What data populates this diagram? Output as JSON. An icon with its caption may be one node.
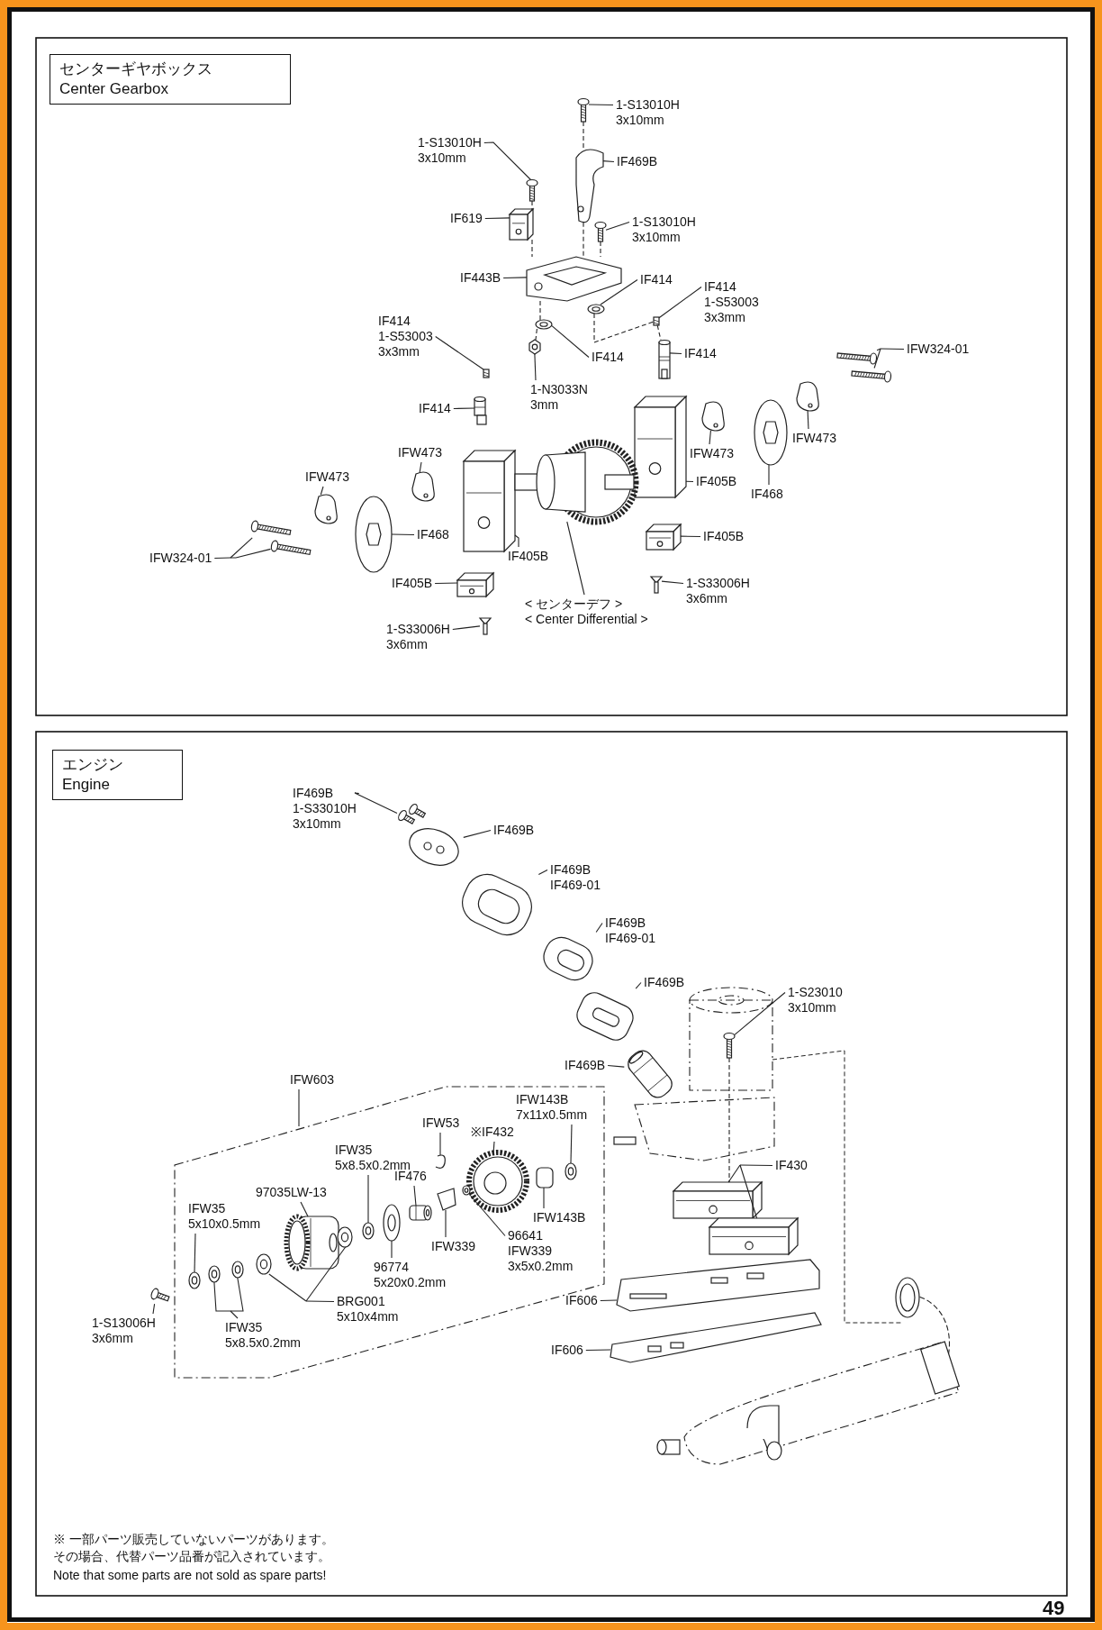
{
  "diagram": {
    "nodes": [
      {
        "text": [
          "センターギヤボックス",
          "Center Gearbox"
        ]
      },
      {
        "text": [
          "1-S13010H 3x10mm"
        ]
      },
      {
        "text": [
          "1-S13010H 3x10mm"
        ]
      },
      {
        "text": [
          "IF469B"
        ]
      },
      {
        "text": [
          "1-S13010H 3x10mm"
        ]
      },
      {
        "text": [
          "IF619"
        ]
      },
      {
        "text": [
          "IF443B"
        ]
      },
      {
        "text": [
          "IF414"
        ]
      },
      {
        "text": [
          "IF414 1-S53003 3x3mm"
        ]
      },
      {
        "text": [
          "IF414 1-S53003 3x3mm"
        ]
      },
      {
        "text": [
          "IF414"
        ]
      },
      {
        "text": [
          "1-N3033N 3mm"
        ]
      },
      {
        "text": [
          "IF414"
        ]
      },
      {
        "text": [
          "IFW324-01"
        ]
      },
      {
        "text": [
          "IF414"
        ]
      },
      {
        "text": [
          "IFW473"
        ]
      },
      {
        "text": [
          "IFW473"
        ]
      },
      {
        "text": [
          "IFW473"
        ]
      },
      {
        "text": [
          "IFW473"
        ]
      },
      {
        "text": [
          "IF468"
        ]
      },
      {
        "text": [
          "IF405B"
        ]
      },
      {
        "text": [
          "IFW324-01"
        ]
      },
      {
        "text": [
          "IF468"
        ]
      },
      {
        "text": [
          "IF405B"
        ]
      },
      {
        "text": [
          "IF405B"
        ]
      },
      {
        "text": [
          "IF405B"
        ]
      },
      {
        "text": [
          "1-S33006H 3x6mm"
        ]
      },
      {
        "text": [
          "< センターデフ >",
          "< Center Differential >"
        ]
      },
      {
        "text": [
          "1-S33006H 3x6mm"
        ]
      },
      {
        "text": [
          "エンジン",
          "Engine"
        ]
      },
      {
        "text": [
          "IF469B 1-S33010H 3x10mm"
        ]
      },
      {
        "text": [
          "IF469B"
        ]
      },
      {
        "text": [
          "IF469B IF469-01"
        ]
      },
      {
        "text": [
          "IF469B IF469-01"
        ]
      },
      {
        "text": [
          "IF469B"
        ]
      },
      {
        "text": [
          "1-S23010 3x10mm"
        ]
      },
      {
        "text": [
          "IF469B"
        ]
      },
      {
        "text": [
          "IFW603"
        ]
      },
      {
        "text": [
          "IFW143B 7x11x0.5mm"
        ]
      },
      {
        "text": [
          "IFW35 5x8.5x0.2mm"
        ]
      },
      {
        "text": [
          "IFW53"
        ]
      },
      {
        "text": [
          "※IF432"
        ]
      },
      {
        "text": [
          "IF476"
        ]
      },
      {
        "text": [
          "IF430"
        ]
      },
      {
        "text": [
          "97035LW-13"
        ]
      },
      {
        "text": [
          "IFW143B"
        ]
      },
      {
        "text": [
          "IFW35 5x10x0.5mm"
        ]
      },
      {
        "text": [
          "IFW339"
        ]
      },
      {
        "text": [
          "96641 IFW339 3x5x0.2mm"
        ]
      },
      {
        "text": [
          "96774 5x20x0.2mm"
        ]
      },
      {
        "text": [
          "BRG001 5x10x4mm"
        ]
      },
      {
        "text": [
          "1-S13006H 3x6mm"
        ]
      },
      {
        "text": [
          "IFW35 5x8.5x0.2mm"
        ]
      },
      {
        "text": [
          "IF606"
        ]
      },
      {
        "text": [
          "IF606"
        ]
      },
      {
        "text": [],
        "shape": "picture"
      },
      {
        "text": [],
        "shape": "picture"
      },
      {
        "text": [],
        "shape": "picture"
      },
      {
        "text": [],
        "shape": "picture"
      },
      {
        "text": [],
        "shape": "picture"
      },
      {
        "text": [],
        "shape": "picture"
      },
      {
        "text": [],
        "shape": "picture"
      },
      {
        "text": [],
        "shape": "picture"
      },
      {
        "text": [],
        "shape": "picture"
      },
      {
        "text": [],
        "shape": "picture"
      },
      {
        "text": [],
        "shape": "picture"
      },
      {
        "text": [],
        "shape": "picture"
      },
      {
        "text": [],
        "shape": "picture"
      },
      {
        "text": [],
        "shape": "picture"
      },
      {
        "text": [],
        "shape": "picture"
      },
      {
        "text": [],
        "shape": "picture"
      },
      {
        "text": [],
        "shape": "picture"
      },
      {
        "text": [],
        "shape": "picture"
      },
      {
        "text": [],
        "shape": "picture"
      },
      {
        "text": [],
        "shape": "picture"
      },
      {
        "text": [],
        "shape": "picture"
      },
      {
        "text": [],
        "shape": "picture"
      },
      {
        "text": [],
        "shape": "picture"
      },
      {
        "text": [],
        "shape": "picture"
      },
      {
        "text": [],
        "shape": "picture"
      },
      {
        "text": [],
        "shape": "picture"
      },
      {
        "text": [],
        "shape": "picture"
      },
      {
        "text": [],
        "shape": "picture"
      },
      {
        "text": [],
        "shape": "picture"
      },
      {
        "text": [],
        "shape": "picture"
      },
      {
        "text": [],
        "shape": "picture"
      },
      {
        "text": [],
        "shape": "picture"
      },
      {
        "text": [],
        "shape": "picture"
      },
      {
        "text": [],
        "shape": "picture"
      },
      {
        "text": [],
        "shape": "picture"
      },
      {
        "text": [],
        "shape": "picture"
      },
      {
        "text": [],
        "shape": "picture"
      },
      {
        "text": [],
        "shape": "picture"
      },
      {
        "text": [],
        "shape": "picture"
      },
      {
        "text": [],
        "shape": "picture"
      },
      {
        "text": [],
        "shape": "picture"
      },
      {
        "text": [],
        "shape": "picture"
      },
      {
        "text": [],
        "shape": "picture"
      },
      {
        "text": [],
        "shape": "picture"
      },
      {
        "text": [],
        "shape": "picture"
      },
      {
        "text": [],
        "shape": "picture"
      },
      {
        "text": [],
        "shape": "picture"
      },
      {
        "text": [],
        "shape": "picture"
      },
      {
        "text": [],
        "shape": "picture"
      },
      {
        "text": [],
        "shape": "picture"
      },
      {
        "text": [],
        "shape": "picture"
      },
      {
        "text": [],
        "shape": "picture"
      },
      {
        "text": [],
        "shape": "picture"
      },
      {
        "text": [],
        "shape": "picture"
      },
      {
        "text": [],
        "shape": "picture"
      },
      {
        "text": [],
        "shape": "picture"
      },
      {
        "text": [],
        "shape": "picture"
      }
    ],
    "edges": [
      {
        "from": 1,
        "to": 55,
        "arrow": "none"
      },
      {
        "from": 2,
        "to": 56,
        "arrow": "none"
      },
      {
        "from": 3,
        "to": 57,
        "arrow": "none"
      },
      {
        "from": 4,
        "to": 58,
        "arrow": "none"
      },
      {
        "from": 5,
        "to": 59,
        "arrow": "none"
      },
      {
        "from": 6,
        "to": 60,
        "arrow": "none"
      },
      {
        "from": 7,
        "to": 61,
        "arrow": "none"
      },
      {
        "from": 8,
        "to": 62,
        "arrow": "none"
      },
      {
        "from": 9,
        "to": 63,
        "arrow": "none"
      },
      {
        "from": 10,
        "to": 64,
        "arrow": "none"
      },
      {
        "from": 11,
        "to": 65,
        "arrow": "none"
      },
      {
        "from": 12,
        "to": 66,
        "arrow": "none"
      },
      {
        "from": 13,
        "to": 67,
        "arrow": "none"
      },
      {
        "from": 13,
        "to": 68,
        "arrow": "none"
      },
      {
        "from": 14,
        "to": 69,
        "arrow": "none"
      },
      {
        "from": 15,
        "to": 70,
        "arrow": "none"
      },
      {
        "from": 16,
        "to": 71,
        "arrow": "none"
      },
      {
        "from": 17,
        "to": 72,
        "arrow": "none"
      },
      {
        "from": 18,
        "to": 73,
        "arrow": "none"
      },
      {
        "from": 19,
        "to": 74,
        "arrow": "none"
      },
      {
        "from": 20,
        "to": 75,
        "arrow": "none"
      },
      {
        "from": 21,
        "to": 76,
        "arrow": "none"
      },
      {
        "from": 21,
        "to": 77,
        "arrow": "none"
      },
      {
        "from": 22,
        "to": 78,
        "arrow": "none"
      },
      {
        "from": 23,
        "to": 79,
        "arrow": "none"
      },
      {
        "from": 24,
        "to": 80,
        "arrow": "none"
      },
      {
        "from": 25,
        "to": 81,
        "arrow": "none"
      },
      {
        "from": 26,
        "to": 82,
        "arrow": "none"
      },
      {
        "from": 27,
        "to": 83,
        "arrow": "none"
      },
      {
        "from": 28,
        "to": 84,
        "arrow": "none"
      },
      {
        "from": 30,
        "to": 85,
        "arrow": "none"
      },
      {
        "from": 31,
        "to": 86,
        "arrow": "none"
      },
      {
        "from": 32,
        "to": 87,
        "arrow": "none"
      },
      {
        "from": 33,
        "to": 88,
        "arrow": "none"
      },
      {
        "from": 34,
        "to": 89,
        "arrow": "none"
      },
      {
        "from": 35,
        "to": 90,
        "arrow": "none"
      },
      {
        "from": 36,
        "to": 91,
        "arrow": "none"
      },
      {
        "from": 37,
        "to": null,
        "arrow": "none"
      },
      {
        "from": 38,
        "to": 92,
        "arrow": "none"
      },
      {
        "from": 39,
        "to": 93,
        "arrow": "none"
      },
      {
        "from": 40,
        "to": 94,
        "arrow": "none"
      },
      {
        "from": 41,
        "to": 95,
        "arrow": "none"
      },
      {
        "from": 42,
        "to": 96,
        "arrow": "none"
      },
      {
        "from": 43,
        "to": 97,
        "arrow": "none"
      },
      {
        "from": 43,
        "to": 98,
        "arrow": "none"
      },
      {
        "from": 44,
        "to": 99,
        "arrow": "none"
      },
      {
        "from": 45,
        "to": 100,
        "arrow": "none"
      },
      {
        "from": 46,
        "to": 101,
        "arrow": "none"
      },
      {
        "from": 47,
        "to": 102,
        "arrow": "none"
      },
      {
        "from": 48,
        "to": 103,
        "arrow": "none"
      },
      {
        "from": 49,
        "to": 104,
        "arrow": "none"
      },
      {
        "from": 50,
        "to": 105,
        "arrow": "none"
      },
      {
        "from": 50,
        "to": 106,
        "arrow": "none"
      },
      {
        "from": 51,
        "to": 107,
        "arrow": "none"
      },
      {
        "from": 52,
        "to": 108,
        "arrow": "none"
      },
      {
        "from": 52,
        "to": 109,
        "arrow": "none"
      },
      {
        "from": 53,
        "to": 110,
        "arrow": "none"
      },
      {
        "from": 54,
        "to": 111,
        "arrow": "none"
      },
      {
        "from": 55,
        "to": 57,
        "arrow": "none",
        "style": "dashed"
      },
      {
        "from": 57,
        "to": 60,
        "arrow": "none",
        "style": "dashed"
      },
      {
        "from": 56,
        "to": 59,
        "arrow": "none",
        "style": "dashed"
      },
      {
        "from": 59,
        "to": 60,
        "arrow": "none",
        "style": "dashed"
      },
      {
        "from": 60,
        "to": 64,
        "arrow": "none",
        "style": "dashed"
      },
      {
        "from": 64,
        "to": 65,
        "arrow": "none",
        "style": "dashed"
      },
      {
        "from": 58,
        "to": 60,
        "arrow": "none",
        "style": "dashed"
      },
      {
        "from": 61,
        "to": 62,
        "arrow": "none",
        "style": "dashed"
      },
      {
        "from": 62,
        "to": 66,
        "arrow": "none",
        "style": "dashed"
      },
      {
        "from": 90,
        "to": 97,
        "arrow": "none",
        "style": "dashed"
      }
    ],
    "labels": [
      "※ 一部パーツ販売していないパーツがあります。その場合、代替パーツ品番が記入されています。",
      "Note that some parts are not sold as spare parts!",
      "49"
    ]
  }
}
